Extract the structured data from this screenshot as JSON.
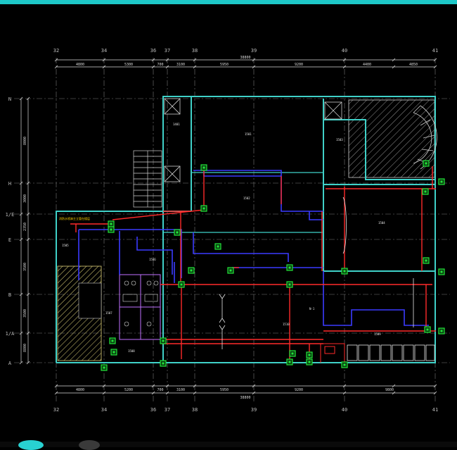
{
  "colors": {
    "background": "#000000",
    "wall": "#3fd1c8",
    "grid_line": "#e8e8e8",
    "dimension": "#d8d8d8",
    "pipe": "#ff2a2a",
    "duct": "#3b3bff",
    "device": "#21e63a",
    "hatch": "#e0d37a",
    "stair": "#cfcfcf",
    "axis_text": "#bdbdbd"
  },
  "axes": {
    "columns_top": [
      "32",
      "34",
      "36",
      "37",
      "38",
      "39",
      "40",
      "41"
    ],
    "columns_bottom": [
      "32",
      "34",
      "36",
      "37",
      "38",
      "39",
      "40",
      "41"
    ],
    "rows": [
      "N",
      "H",
      "1/E",
      "E",
      "B",
      "1/A",
      "A"
    ]
  },
  "dimensions": {
    "top_total": "38800",
    "top_segments": [
      "4800",
      "5300",
      "700",
      "3100",
      "5950",
      "9200",
      "4400",
      "4850"
    ],
    "bottom_total": "38800",
    "bottom_segments": [
      "4800",
      "5200",
      "700",
      "3100",
      "5950",
      "9200",
      "9800"
    ],
    "left_segments": [
      "8000",
      "3000",
      "2350",
      "3500",
      "3500",
      "8800"
    ]
  },
  "annotations": {
    "note_1": "消防水喷淋主立管在楼层",
    "room_1": "1501",
    "room_2": "1502",
    "room_3": "1503",
    "room_4": "1504",
    "room_5": "1505",
    "room_6": "1506",
    "room_7": "1507",
    "room_8": "1508",
    "room_9": "1509",
    "room_10": "1510",
    "tag_1": "1401",
    "tag_2": "N-1"
  },
  "icons": [
    "stair-symbol",
    "elevator-symbol",
    "spiral-stair-symbol",
    "pump-symbol"
  ]
}
